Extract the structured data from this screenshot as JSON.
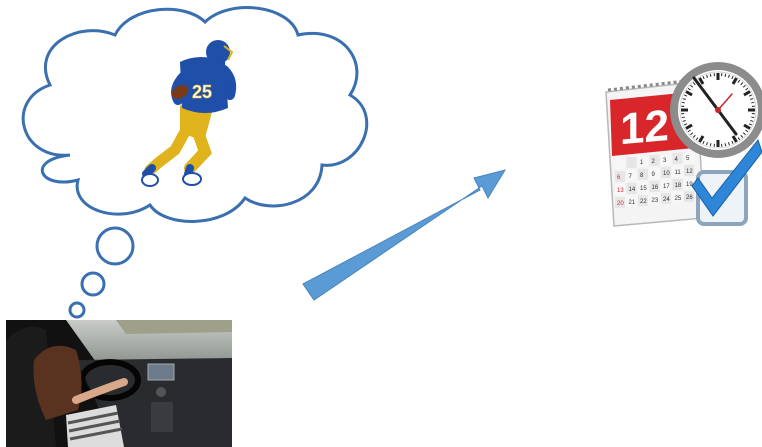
{
  "scene": {
    "player_number": "25",
    "calendar_day": "12",
    "calendar_grid": [
      [
        "",
        "",
        "1",
        "2",
        "3",
        "4",
        "5"
      ],
      [
        "6",
        "7",
        "8",
        "9",
        "10",
        "11",
        "12"
      ],
      [
        "13",
        "14",
        "15",
        "16",
        "17",
        "18",
        "19"
      ],
      [
        "20",
        "21",
        "22",
        "23",
        "24",
        "25",
        "26"
      ]
    ],
    "colors": {
      "cloud_stroke": "#3a6fb0",
      "arrow_fill": "#5b9bd5",
      "jersey_blue": "#1f4fa8",
      "pants_gold": "#e0b21c",
      "calendar_red": "#d8262b",
      "check_blue": "#2d86d8"
    },
    "icons": [
      "thought-cloud",
      "football-player",
      "blue-arrow",
      "driver-photo",
      "calendar-icon",
      "clock-icon",
      "checkmark-icon"
    ]
  }
}
